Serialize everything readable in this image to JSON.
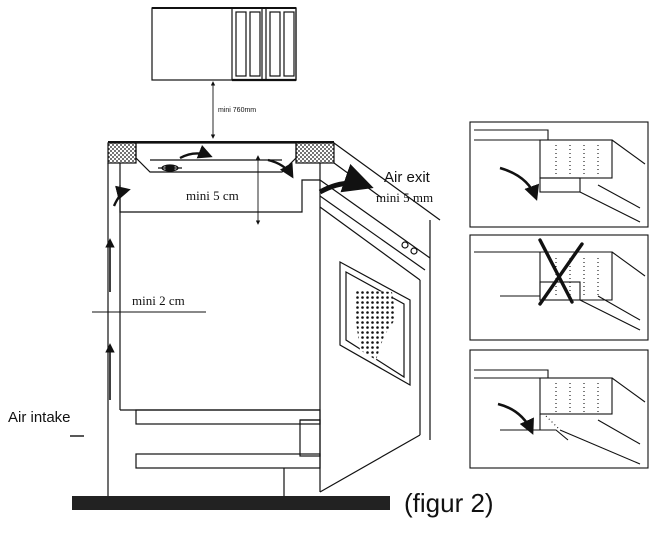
{
  "labels": {
    "mini_760": "mini 760mm",
    "mini_5cm": "mini 5 cm",
    "air_exit": "Air exit",
    "mini_5mm": "mini 5 mm",
    "mini_2cm": "mini 2 cm",
    "air_intake": "Air intake",
    "figure_caption": "(figur 2)"
  },
  "details": [
    {
      "panel": "top",
      "status": "correct"
    },
    {
      "panel": "middle",
      "status": "incorrect"
    },
    {
      "panel": "bottom",
      "status": "correct"
    }
  ],
  "colors": {
    "line": "#111111",
    "floor": "#222222",
    "background": "#ffffff"
  }
}
